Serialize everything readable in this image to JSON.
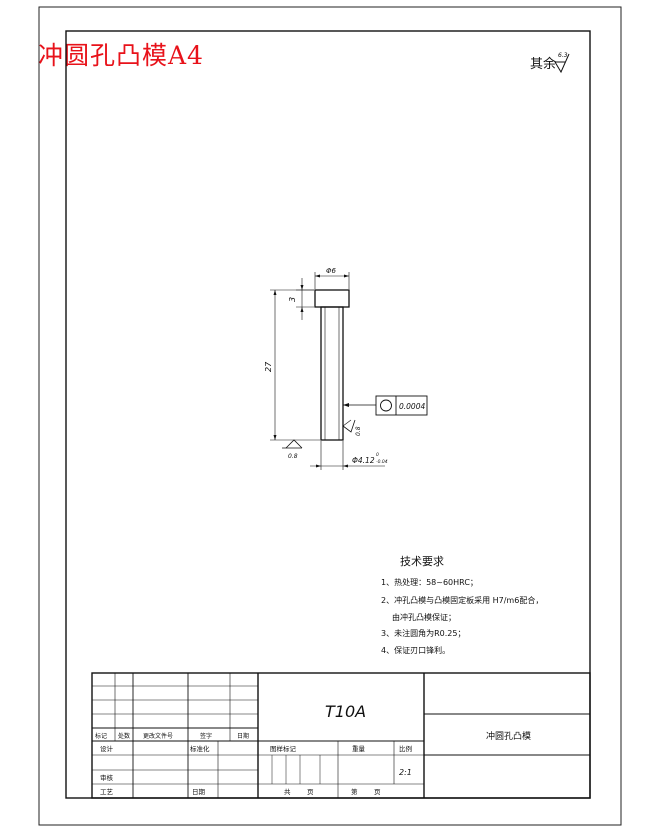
{
  "title": "冲圆孔凸模A4",
  "roughness_note": {
    "prefix": "其余",
    "value": "6.3"
  },
  "drawing": {
    "dim_diameter_top": "Φ6",
    "dim_head_height": "3",
    "dim_length": "27",
    "tolerance_frame_value": "0.0004",
    "roughness_shaft": "0.8",
    "roughness_bottom": "0.8",
    "dim_shaft_diameter": "Φ4.12",
    "dim_shaft_tol_upper": "0",
    "dim_shaft_tol_lower": "-0.04"
  },
  "tech_requirements": {
    "heading": "技术要求",
    "items": [
      "1、热处理：58~60HRC；",
      "2、冲孔凸模与凸模固定板采用 H7/m6配合，",
      "由冲孔凸模保证；",
      "3、未注圆角为R0.25；",
      "4、保证刃口锋利。"
    ]
  },
  "title_block": {
    "material": "T10A",
    "part_name": "冲圆孔凸模",
    "rev_headers": [
      "标记",
      "处数",
      "更改文件号",
      "签字",
      "日期"
    ],
    "row_labels": {
      "design": "设计",
      "standardize": "标准化",
      "review": "审核",
      "process": "工艺",
      "date": "日期"
    },
    "stage_mark": "图样标记",
    "weight": "重量",
    "scale_label": "比例",
    "scale_value": "2:1",
    "total_sheets": "共",
    "sheet": "第",
    "sheet_unit": "页"
  }
}
